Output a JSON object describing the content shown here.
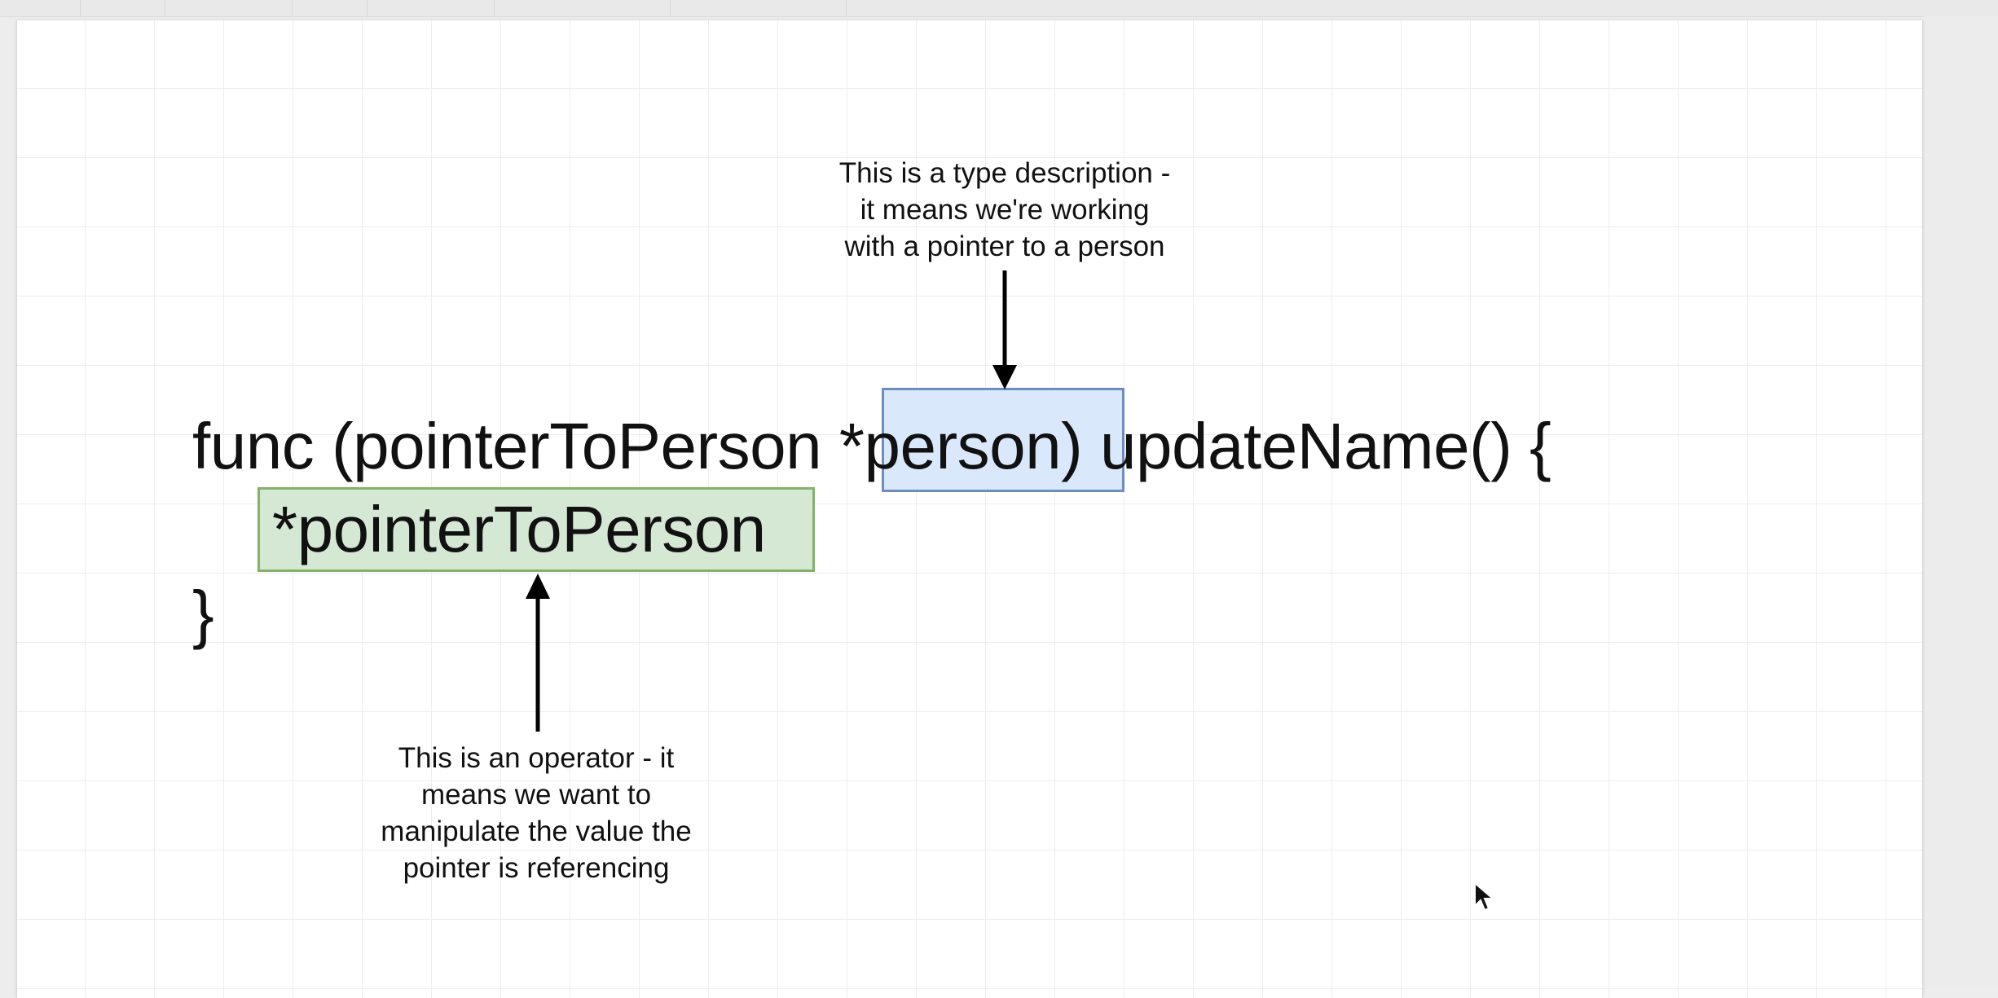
{
  "diagram": {
    "code": {
      "line1_before": "func (pointerToPerson ",
      "line1_highlight": "*person",
      "line1_after": ") updateName() {",
      "line2_highlight": "*pointerToPerson",
      "line3": "}"
    },
    "annotations": {
      "type_description": {
        "lines": [
          "This is a type description -",
          "it means we're working",
          "with a pointer to a person"
        ]
      },
      "operator": {
        "lines": [
          "This is an operator - it",
          "means we want to",
          "manipulate the value the",
          "pointer is referencing"
        ]
      }
    },
    "colors": {
      "type_box_fill": "#dae8fc",
      "type_box_stroke": "#6c8ebf",
      "operator_box_fill": "#d5e8d4",
      "operator_box_stroke": "#82b366",
      "arrow": "#000000"
    }
  }
}
